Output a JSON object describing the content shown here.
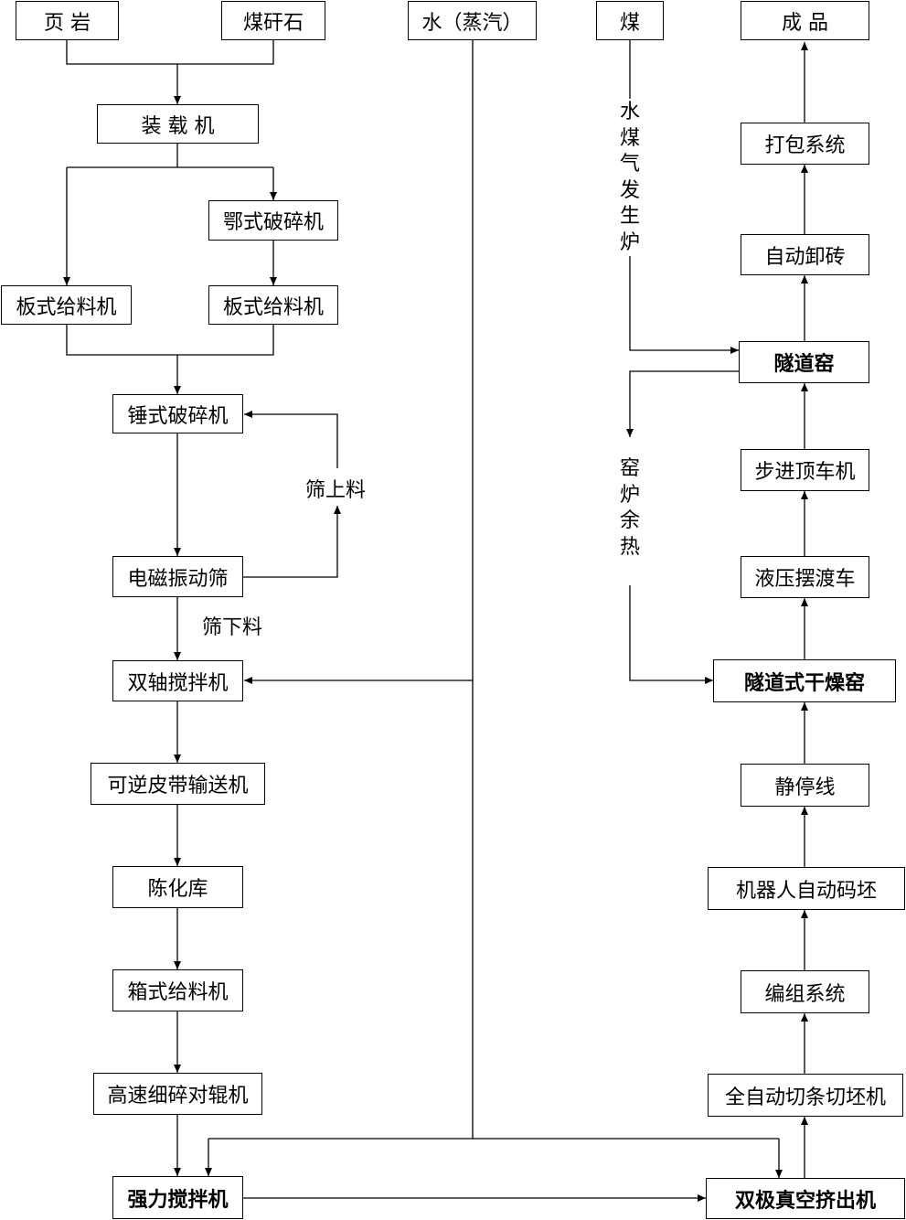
{
  "boxes": {
    "shale": "页 岩",
    "coal_gangue": "煤矸石",
    "water_steam": "水（蒸汽）",
    "coal": "煤",
    "finished_product": "成 品",
    "loader": "装 载 机",
    "jaw_crusher": "鄂式破碎机",
    "plate_feeder_left": "板式给料机",
    "plate_feeder_right": "板式给料机",
    "hammer_crusher": "锤式破碎机",
    "vibrating_screen": "电磁振动筛",
    "twin_shaft_mixer": "双轴搅拌机",
    "reversible_belt_conveyor": "可逆皮带输送机",
    "aging_warehouse": "陈化库",
    "box_feeder": "箱式给料机",
    "fine_roller_crusher": "高速细碎对辊机",
    "intensive_mixer": "强力搅拌机",
    "packing_system": "打包系统",
    "auto_unloading": "自动卸砖",
    "tunnel_kiln": "隧道窑",
    "stepping_pusher": "步进顶车机",
    "hydraulic_ferry": "液压摆渡车",
    "tunnel_dryer": "隧道式干燥窑",
    "static_line": "静停线",
    "robot_stacking": "机器人自动码坯",
    "grouping_system": "编组系统",
    "auto_cutter": "全自动切条切坯机",
    "vacuum_extruder": "双极真空挤出机"
  },
  "labels": {
    "oversize": "筛上料",
    "undersize": "筛下料",
    "gasifier": "水煤气发生炉",
    "waste_heat": "窑炉余热"
  }
}
